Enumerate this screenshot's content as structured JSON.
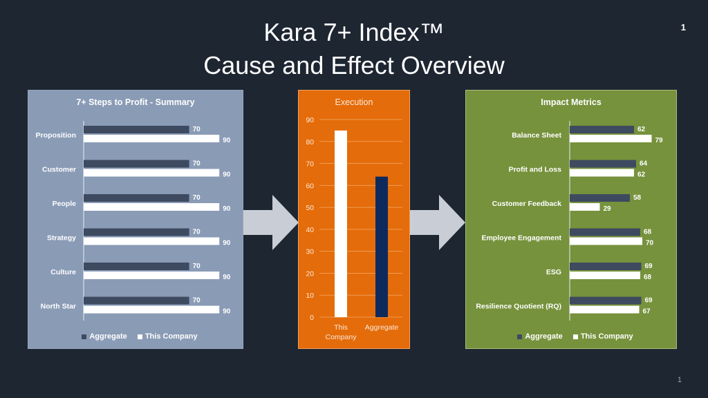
{
  "slide": {
    "title_line1": "Kara 7+ Index™",
    "title_line2": "Cause and Effect Overview",
    "corner_number": "1",
    "footer_number": "1"
  },
  "colors": {
    "background": "#1e2632",
    "aggregate_bar": "#3e4a60",
    "this_company_bar": "#ffffff",
    "execution_aggregate_bar": "#0e2a5c",
    "left_panel": "#8a9bb6",
    "mid_panel": "#e46c0a",
    "right_panel": "#76923c",
    "arrow": "#c9ced6"
  },
  "legend": {
    "aggregate": "Aggregate",
    "this_company": "This Company"
  },
  "chart_data": [
    {
      "type": "bar",
      "orientation": "horizontal",
      "title": "7+ Steps to Profit - Summary",
      "categories": [
        "Proposition",
        "Customer",
        "People",
        "Strategy",
        "Culture",
        "North Star"
      ],
      "series": [
        {
          "name": "Aggregate",
          "values": [
            70,
            70,
            70,
            70,
            70,
            70
          ]
        },
        {
          "name": "This Company",
          "values": [
            90,
            90,
            90,
            90,
            90,
            90
          ]
        }
      ],
      "xlim": [
        0,
        100
      ],
      "legend": "bottom"
    },
    {
      "type": "bar",
      "orientation": "vertical",
      "title": "Execution",
      "categories": [
        "This Company",
        "Aggregate"
      ],
      "values": [
        85,
        64
      ],
      "ylim": [
        0,
        90
      ],
      "yticks": [
        "0",
        "10",
        "20",
        "30",
        "40",
        "50",
        "60",
        "70",
        "80",
        "90"
      ],
      "grid": true
    },
    {
      "type": "bar",
      "orientation": "horizontal",
      "title": "Impact Metrics",
      "categories": [
        "Balance Sheet",
        "Profit and Loss",
        "Customer Feedback",
        "Employee Engagement",
        "ESG",
        "Resilience Quotient (RQ)"
      ],
      "series": [
        {
          "name": "Aggregate",
          "values": [
            62,
            64,
            58,
            68,
            69,
            69
          ]
        },
        {
          "name": "This Company",
          "values": [
            79,
            62,
            29,
            70,
            68,
            67
          ]
        }
      ],
      "xlim": [
        0,
        100
      ],
      "legend": "bottom"
    }
  ]
}
